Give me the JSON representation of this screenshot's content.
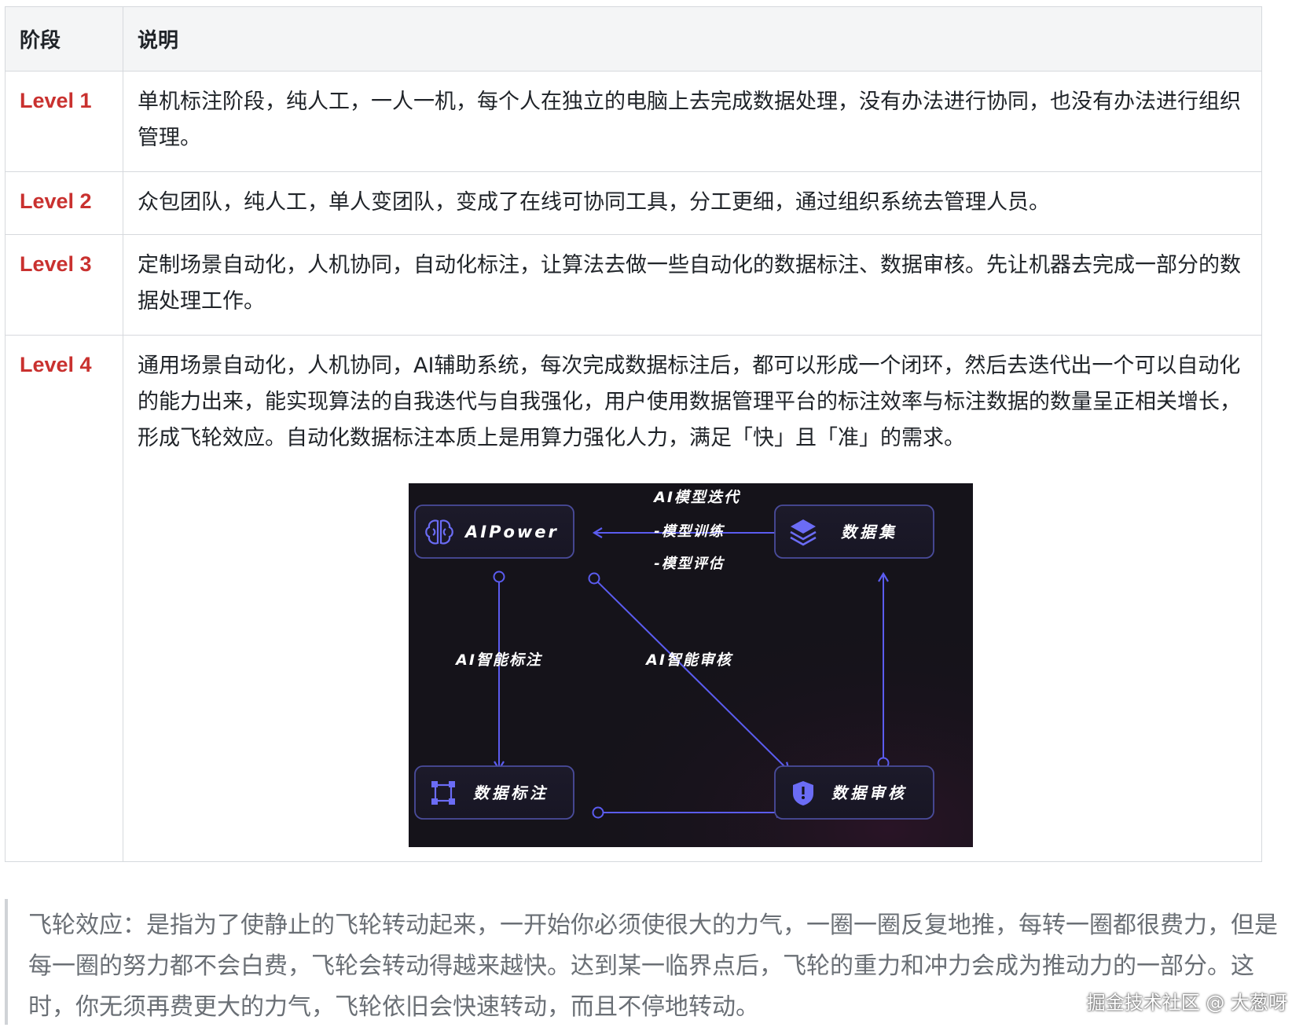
{
  "table": {
    "headers": [
      "阶段",
      "说明"
    ],
    "rows": [
      {
        "stage": "Level 1",
        "desc": "单机标注阶段，纯人工，一人一机，每个人在独立的电脑上去完成数据处理，没有办法进行协同，也没有办法进行组织管理。"
      },
      {
        "stage": "Level 2",
        "desc": "众包团队，纯人工，单人变团队，变成了在线可协同工具，分工更细，通过组织系统去管理人员。"
      },
      {
        "stage": "Level 3",
        "desc": "定制场景自动化，人机协同，自动化标注，让算法去做一些自动化的数据标注、数据审核。先让机器去完成一部分的数据处理工作。"
      },
      {
        "stage": "Level 4",
        "desc": "通用场景自动化，人机协同，AI辅助系统，每次完成数据标注后，都可以形成一个闭环，然后去迭代出一个可以自动化的能力出来，能实现算法的自我迭代与自我强化，用户使用数据管理平台的标注效率与标注数据的数量呈正相关增长，形成飞轮效应。自动化数据标注本质上是用算力强化人力，满足「快」且「准」的需求。"
      }
    ]
  },
  "diagram": {
    "nodes": {
      "aipower": "AIPower",
      "dataset": "数据集",
      "labeling": "数据标注",
      "review": "数据审核"
    },
    "edges": {
      "top_title": "AI模型迭代",
      "top_line1": "-模型训练",
      "top_line2": "-模型评估",
      "ai_label": "AI智能标注",
      "ai_review": "AI智能审核"
    },
    "colors": {
      "background": "#15131a",
      "accent": "#5b5cf0",
      "node_border": "#4a4c9c",
      "text": "#ffffff"
    }
  },
  "quote": {
    "text": "飞轮效应：是指为了使静止的飞轮转动起来，一开始你必须使很大的力气，一圈一圈反复地推，每转一圈都很费力，但是每一圈的努力都不会白费，飞轮会转动得越来越快。达到某一临界点后，飞轮的重力和冲力会成为推动力的一部分。这时，你无须再费更大的力气，飞轮依旧会快速转动，而且不停地转动。"
  },
  "watermark": "掘金技术社区 @ 大葱呀"
}
